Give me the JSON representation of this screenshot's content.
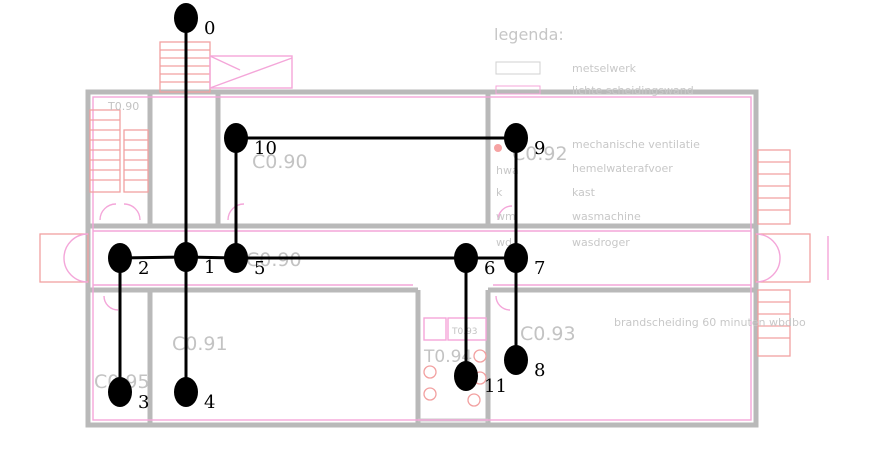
{
  "floorplan": {
    "rooms": [
      "T0.90",
      "C0.90",
      "C0.92",
      "C0.91",
      "C0.95",
      "C0.93",
      "T0.94",
      "T0.93",
      "C0.90"
    ],
    "legend": {
      "title": "legenda:",
      "items": [
        "metselwerk",
        "lichte scheidingswand",
        "mechanische ventilatie",
        "hemelwaterafvoer",
        "kast",
        "wasmachine",
        "wasdroger"
      ],
      "codes": [
        "hwa",
        "k",
        "wm",
        "wd"
      ]
    },
    "note": "brandscheiding 60 minuten wbdbo",
    "colors": {
      "walls": "#b9b9b9",
      "stairs": "#f2a0a0",
      "accent": "#f4a6d9"
    }
  },
  "graph": {
    "nodes": [
      {
        "id": 0,
        "label": "0"
      },
      {
        "id": 1,
        "label": "1"
      },
      {
        "id": 2,
        "label": "2"
      },
      {
        "id": 3,
        "label": "3"
      },
      {
        "id": 4,
        "label": "4"
      },
      {
        "id": 5,
        "label": "5"
      },
      {
        "id": 6,
        "label": "6"
      },
      {
        "id": 7,
        "label": "7"
      },
      {
        "id": 8,
        "label": "8"
      },
      {
        "id": 9,
        "label": "9"
      },
      {
        "id": 10,
        "label": "10"
      },
      {
        "id": 11,
        "label": "11"
      }
    ],
    "edges": [
      [
        0,
        1
      ],
      [
        1,
        2
      ],
      [
        2,
        3
      ],
      [
        1,
        4
      ],
      [
        1,
        5
      ],
      [
        5,
        10
      ],
      [
        10,
        9
      ],
      [
        9,
        7
      ],
      [
        5,
        6
      ],
      [
        6,
        7
      ],
      [
        6,
        11
      ],
      [
        7,
        8
      ]
    ],
    "colors": {
      "node": "#000000",
      "edge": "#000000"
    }
  }
}
